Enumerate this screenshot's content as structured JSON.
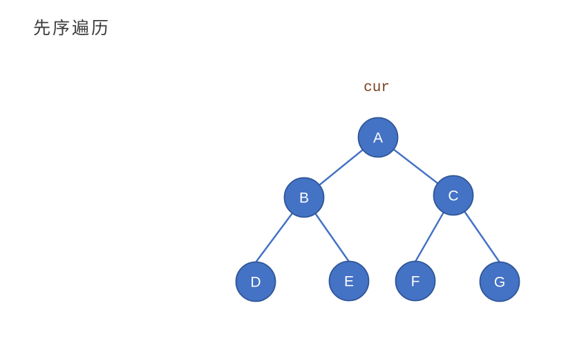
{
  "title": {
    "text": "先序遍历"
  },
  "tree": {
    "pointer_label": "cur",
    "pointer_target": "A",
    "nodes": [
      {
        "id": "A",
        "label": "A"
      },
      {
        "id": "B",
        "label": "B"
      },
      {
        "id": "C",
        "label": "C"
      },
      {
        "id": "D",
        "label": "D"
      },
      {
        "id": "E",
        "label": "E"
      },
      {
        "id": "F",
        "label": "F"
      },
      {
        "id": "G",
        "label": "G"
      }
    ],
    "edges": [
      {
        "from": "A",
        "to": "B"
      },
      {
        "from": "A",
        "to": "C"
      },
      {
        "from": "B",
        "to": "D"
      },
      {
        "from": "B",
        "to": "E"
      },
      {
        "from": "C",
        "to": "F"
      },
      {
        "from": "C",
        "to": "G"
      }
    ]
  },
  "colors": {
    "node_fill": "#4472C4",
    "node_border": "#2F5597",
    "edge_line": "#4472C4",
    "node_text": "#FFFFFF",
    "pointer_label_text": "#7B4422",
    "title_text": "#3B3B3B",
    "background": "#FFFFFF"
  }
}
